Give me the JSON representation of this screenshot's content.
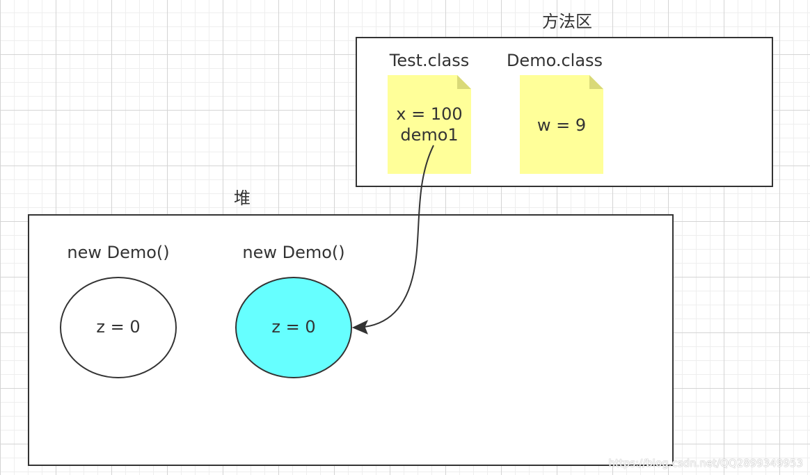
{
  "method_area": {
    "title": "方法区",
    "classes": [
      {
        "name": "Test.class",
        "lines": [
          "x = 100",
          "demo1"
        ]
      },
      {
        "name": "Demo.class",
        "lines": [
          "w = 9"
        ]
      }
    ]
  },
  "heap": {
    "title": "堆",
    "objects": [
      {
        "label": "new Demo()",
        "value": "z = 0",
        "highlighted": false
      },
      {
        "label": "new Demo()",
        "value": "z = 0",
        "highlighted": true
      }
    ]
  },
  "watermark": "https://blog.csdn.net/QQ2899349953",
  "colors": {
    "note_fill": "#ffff99",
    "note_fold": "#d9d978",
    "highlight_fill": "#66ffff",
    "stroke": "#333333"
  }
}
